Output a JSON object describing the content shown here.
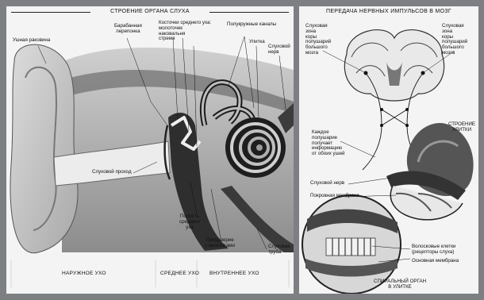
{
  "left": {
    "title": "СТРОЕНИЕ ОРГАНА СЛУХА",
    "labels": {
      "auricle": "Ушная раковина",
      "eardrum": "Барабанная\nперепонка",
      "ossicles": "Косточки среднего уха:\nмолоточек\nнаковальня\nстремя",
      "canals": "Полукружные каналы",
      "cochlea": "Улитка",
      "auditory_nerve": "Слуховой\nнерв",
      "ear_canal": "Слуховой проход",
      "middle_cavity": "Полость\nсреднего\nуха",
      "vestibule": "Преддверие\nс мешочками",
      "tube": "Слуховая\nтруба"
    },
    "sections": {
      "outer": "НАРУЖНОЕ УХО",
      "middle": "СРЕДНЕЕ УХО",
      "inner": "ВНУТРЕННЕЕ УХО"
    }
  },
  "right": {
    "title": "ПЕРЕДАЧА НЕРВНЫХ ИМПУЛЬСОВ В МОЗГ",
    "labels": {
      "zone_left": "Слуховая\nзона\nкоры\nполушарий\nбольшого\nмозга",
      "zone_right": "Слуховая\nзона\nкоры\nполушарий\nбольшого\nмозга",
      "hemisphere": "Каждое\nполушарие\nполучает\nинформацию\nот обоих ушей",
      "cochlea_struct": "СТРОЕНИЕ\nУЛИТКИ",
      "nerve": "Слуховой нерв",
      "membrane": "Покровная мембрана",
      "hair_cells": "Волосковые клетки\n(рецепторы слуха)",
      "basilar": "Основная мембрана",
      "spiral": "СПИРАЛЬНЫЙ ОРГАН\nВ УЛИТКЕ"
    }
  },
  "colors": {
    "background": "#7d7f82",
    "panel": "#f4f4f4",
    "ink": "#111111"
  }
}
